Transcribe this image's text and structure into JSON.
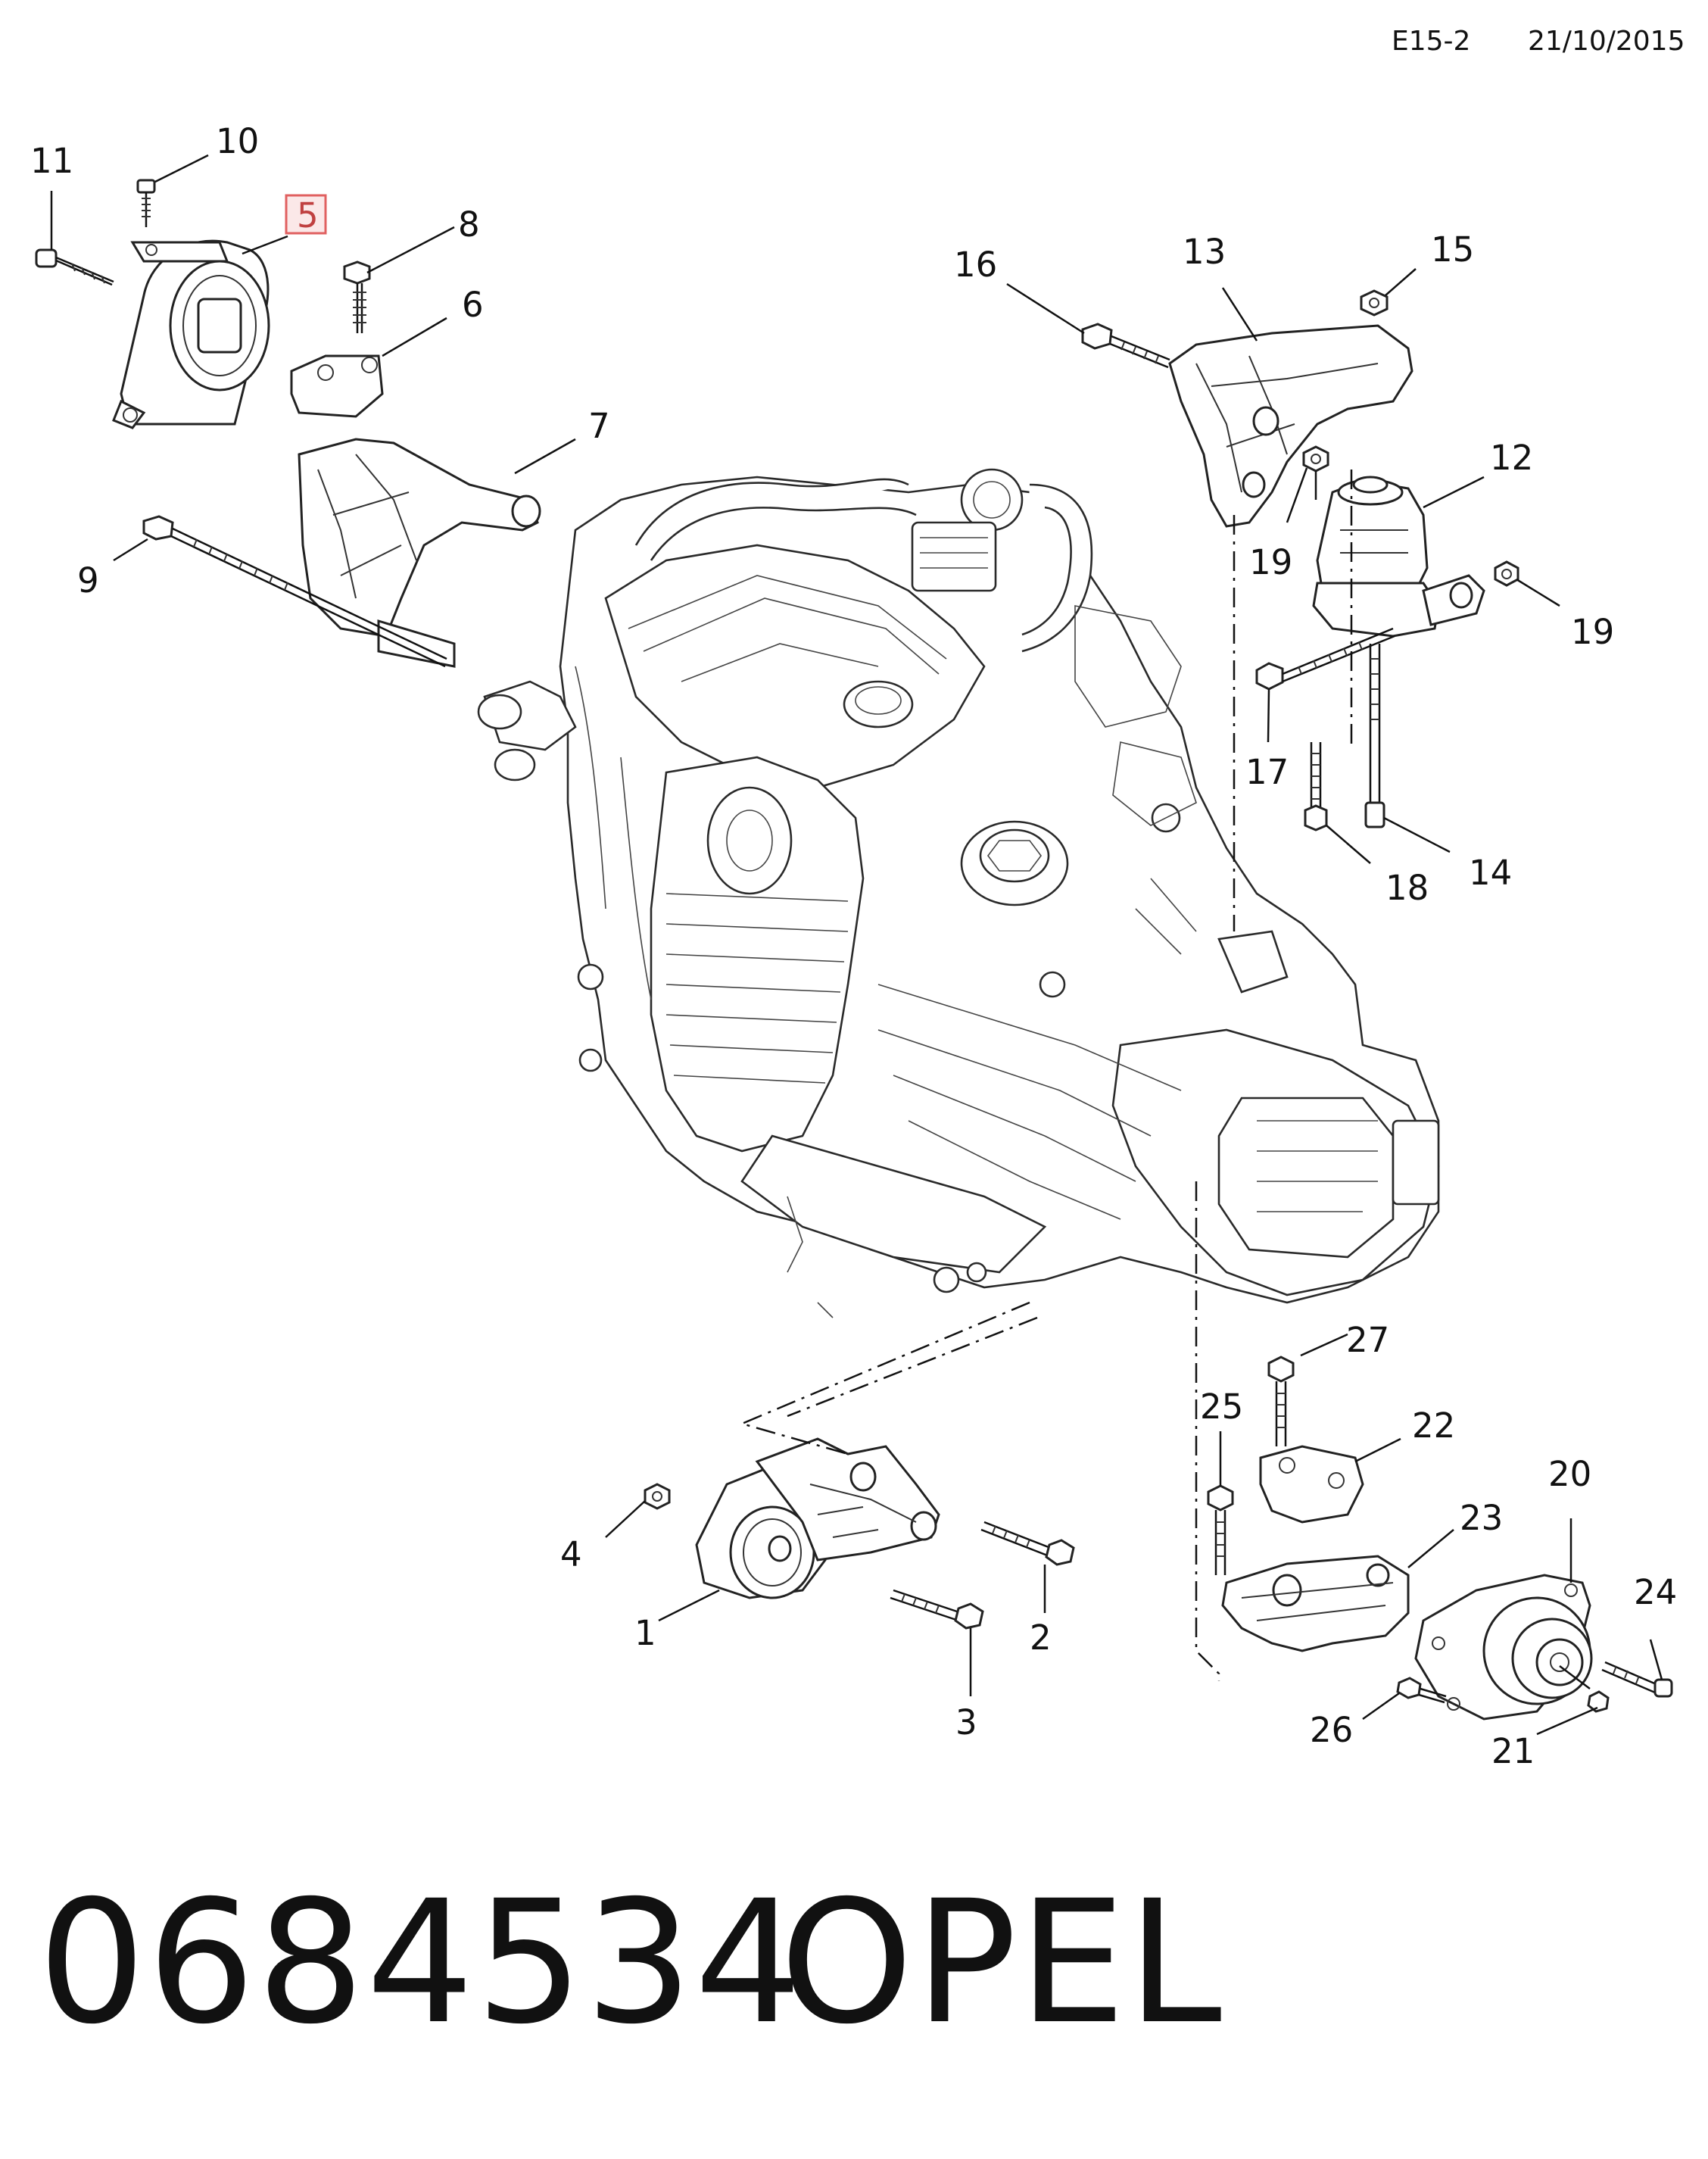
{
  "header": {
    "section_code": "E15-2",
    "date": "21/10/2015"
  },
  "footer": {
    "part_number": "0684534",
    "brand": "OPEL"
  },
  "diagram": {
    "highlighted_callout": "5",
    "callouts": {
      "c1": "1",
      "c2": "2",
      "c3": "3",
      "c4": "4",
      "c5": "5",
      "c6": "6",
      "c7": "7",
      "c8": "8",
      "c9": "9",
      "c10": "10",
      "c11": "11",
      "c12": "12",
      "c13": "13",
      "c14": "14",
      "c15": "15",
      "c16": "16",
      "c17": "17",
      "c18": "18",
      "c19a": "19",
      "c19b": "19",
      "c20": "20",
      "c21": "21",
      "c22": "22",
      "c23": "23",
      "c24": "24",
      "c25": "25",
      "c26": "26",
      "c27": "27"
    },
    "highlight_color": "#e06060"
  }
}
